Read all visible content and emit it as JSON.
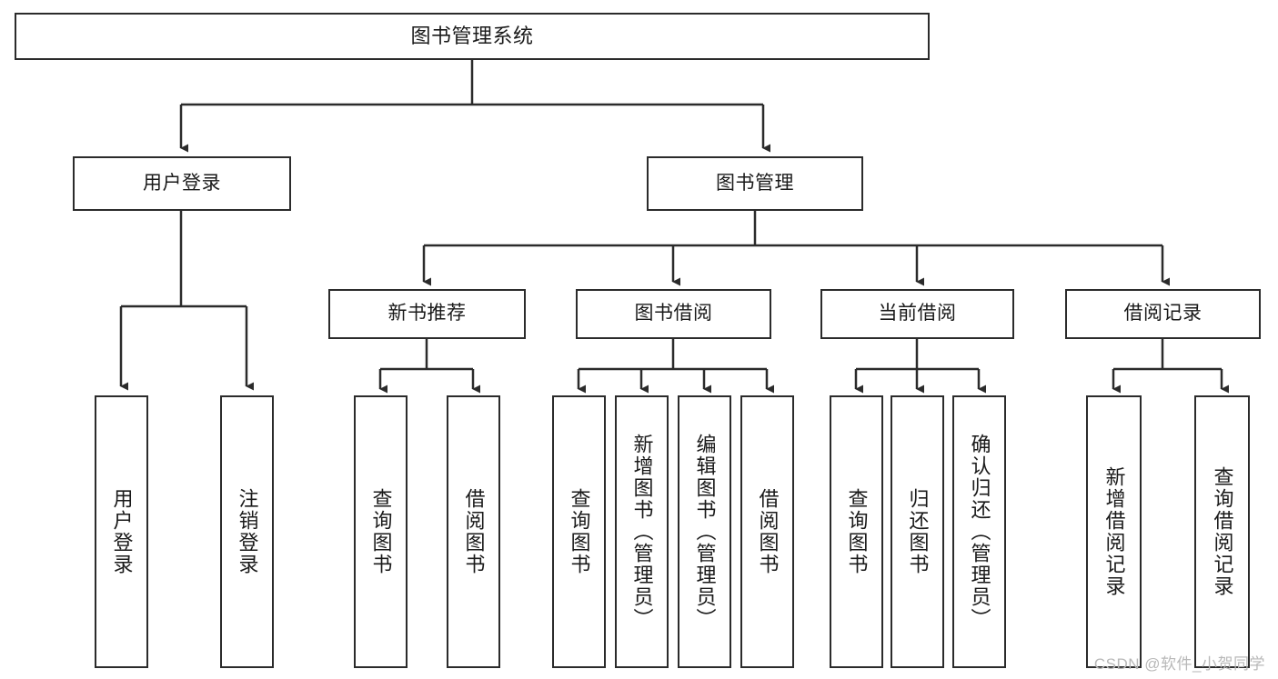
{
  "diagram": {
    "title": "图书管理系统",
    "type": "tree-hierarchy-chart",
    "watermark": "CSDN @软件_小贺同学",
    "colors": {
      "background": "#ffffff",
      "box_fill": "#ffffff",
      "box_border": "#2b2b2b",
      "edge": "#2b2b2b",
      "text": "#1a1a1a",
      "watermark": "#b8b8b8"
    }
  },
  "nodes": {
    "root": {
      "id": "n0",
      "label": "图书管理系统",
      "level": 0,
      "orientation": "horizontal"
    },
    "level1": [
      {
        "id": "n1",
        "label": "用户登录",
        "orientation": "horizontal"
      },
      {
        "id": "n2",
        "label": "图书管理",
        "orientation": "horizontal"
      }
    ],
    "level2": [
      {
        "id": "n3",
        "label": "新书推荐",
        "parent": "n2",
        "orientation": "horizontal"
      },
      {
        "id": "n4",
        "label": "图书借阅",
        "parent": "n2",
        "orientation": "horizontal"
      },
      {
        "id": "n5",
        "label": "当前借阅",
        "parent": "n2",
        "orientation": "horizontal"
      },
      {
        "id": "n6",
        "label": "借阅记录",
        "parent": "n2",
        "orientation": "horizontal"
      }
    ],
    "leaves": [
      {
        "id": "l1",
        "label": "用户登录",
        "parent": "n1",
        "orientation": "vertical"
      },
      {
        "id": "l2",
        "label": "注销登录",
        "parent": "n1",
        "orientation": "vertical"
      },
      {
        "id": "l3",
        "label": "查询图书",
        "parent": "n3",
        "orientation": "vertical"
      },
      {
        "id": "l4",
        "label": "借阅图书",
        "parent": "n3",
        "orientation": "vertical"
      },
      {
        "id": "l5",
        "label": "查询图书",
        "parent": "n4",
        "orientation": "vertical"
      },
      {
        "id": "l6",
        "label": "新增图书（管理员）",
        "parent": "n4",
        "orientation": "vertical"
      },
      {
        "id": "l7",
        "label": "编辑图书（管理员）",
        "parent": "n4",
        "orientation": "vertical"
      },
      {
        "id": "l8",
        "label": "借阅图书",
        "parent": "n4",
        "orientation": "vertical"
      },
      {
        "id": "l9",
        "label": "查询图书",
        "parent": "n5",
        "orientation": "vertical"
      },
      {
        "id": "l10",
        "label": "归还图书",
        "parent": "n5",
        "orientation": "vertical"
      },
      {
        "id": "l11",
        "label": "确认归还（管理员）",
        "parent": "n5",
        "orientation": "vertical"
      },
      {
        "id": "l12",
        "label": "新增借阅记录",
        "parent": "n6",
        "orientation": "vertical"
      },
      {
        "id": "l13",
        "label": "查询借阅记录",
        "parent": "n6",
        "orientation": "vertical"
      }
    ]
  }
}
